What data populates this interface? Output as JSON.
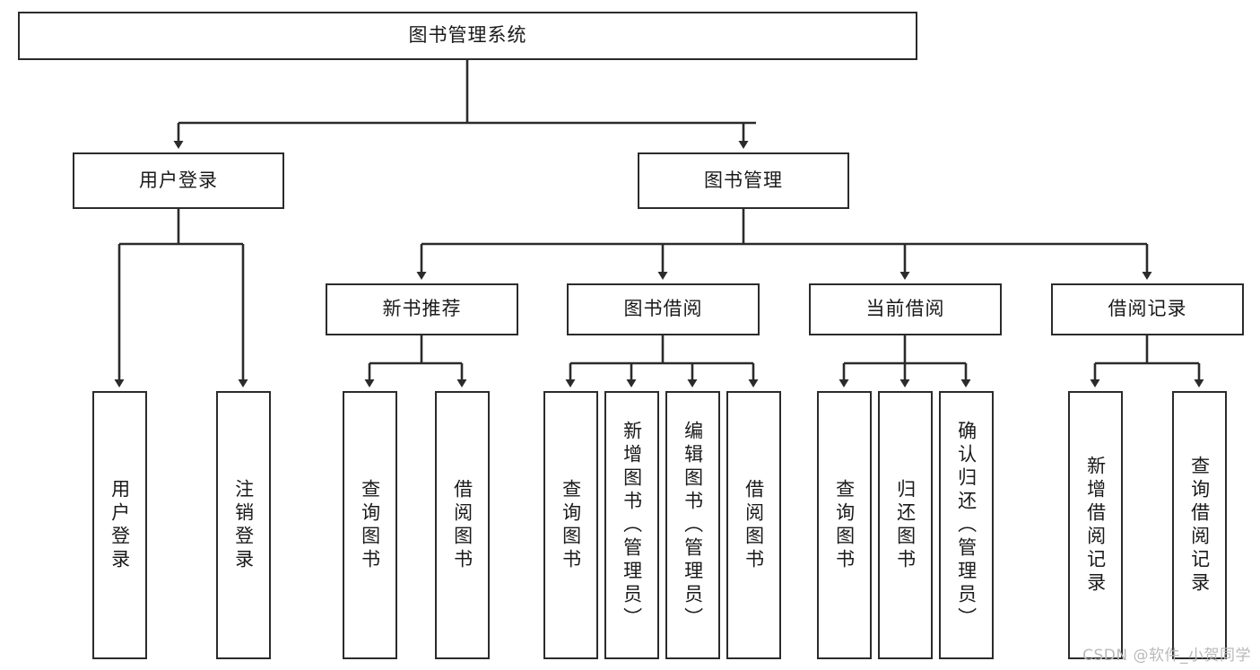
{
  "diagram": {
    "title": "图书管理系统",
    "type": "tree-hierarchy-chart",
    "orientation": "top-down",
    "line_color": "#2b2b2b",
    "box_fill": "#ffffff",
    "text_color": "#1a1a1a"
  },
  "nodes": {
    "root": {
      "label": "图书管理系统"
    },
    "level2": [
      {
        "id": "user-login",
        "label": "用户登录"
      },
      {
        "id": "book-manage",
        "label": "图书管理"
      }
    ],
    "level3": [
      {
        "id": "new-book-recommend",
        "label": "新书推荐"
      },
      {
        "id": "book-borrow",
        "label": "图书借阅"
      },
      {
        "id": "current-borrow",
        "label": "当前借阅"
      },
      {
        "id": "borrow-record",
        "label": "借阅记录"
      }
    ],
    "leaves": [
      {
        "id": "leaf-user-login",
        "label": "用户登录",
        "parent": "user-login"
      },
      {
        "id": "leaf-user-logout",
        "label": "注销登录",
        "parent": "user-login"
      },
      {
        "id": "leaf-query-book-1",
        "label": "查询图书",
        "parent": "new-book-recommend"
      },
      {
        "id": "leaf-borrow-book-1",
        "label": "借阅图书",
        "parent": "new-book-recommend"
      },
      {
        "id": "leaf-query-book-2",
        "label": "查询图书",
        "parent": "book-borrow"
      },
      {
        "id": "leaf-add-book",
        "label": "新增图书（管理员）",
        "parent": "book-borrow"
      },
      {
        "id": "leaf-edit-book",
        "label": "编辑图书（管理员）",
        "parent": "book-borrow"
      },
      {
        "id": "leaf-borrow-book-2",
        "label": "借阅图书",
        "parent": "book-borrow"
      },
      {
        "id": "leaf-query-book-3",
        "label": "查询图书",
        "parent": "current-borrow"
      },
      {
        "id": "leaf-return-book",
        "label": "归还图书",
        "parent": "current-borrow"
      },
      {
        "id": "leaf-confirm-return",
        "label": "确认归还（管理员）",
        "parent": "current-borrow"
      },
      {
        "id": "leaf-add-record",
        "label": "新增借阅记录",
        "parent": "borrow-record"
      },
      {
        "id": "leaf-query-record",
        "label": "查询借阅记录",
        "parent": "borrow-record"
      }
    ]
  },
  "watermark": {
    "text": "CSDN @软件_小贺同学"
  }
}
